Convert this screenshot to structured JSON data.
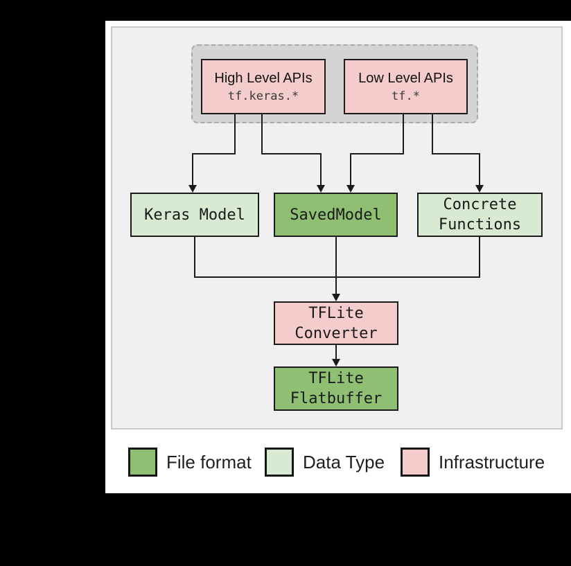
{
  "colors": {
    "page_bg": "#000000",
    "content_bg": "#ffffff",
    "panel_bg": "#f0f0f0",
    "panel_border": "#c9c9c9",
    "group_bg": "#d4d4d4",
    "group_border": "#a9a9a9",
    "file_format": "#8ebf72",
    "data_type": "#d9ead3",
    "infrastructure": "#f4cccc",
    "line": "#1a1a1a"
  },
  "diagram": {
    "nodes": {
      "high_level": {
        "title": "High Level APIs",
        "code": "tf.keras.*",
        "type": "infrastructure"
      },
      "low_level": {
        "title": "Low Level APIs",
        "code": "tf.*",
        "type": "infrastructure"
      },
      "keras_model": {
        "lines": [
          "Keras Model"
        ],
        "type": "data_type"
      },
      "saved_model": {
        "lines": [
          "SavedModel"
        ],
        "type": "file_format"
      },
      "concrete_functions": {
        "lines": [
          "Concrete",
          "Functions"
        ],
        "type": "data_type"
      },
      "tflite_converter": {
        "lines": [
          "TFLite",
          "Converter"
        ],
        "type": "infrastructure"
      },
      "tflite_flatbuffer": {
        "lines": [
          "TFLite",
          "Flatbuffer"
        ],
        "type": "file_format"
      }
    }
  },
  "legend": {
    "items": [
      {
        "label": "File format",
        "color": "#8ebf72"
      },
      {
        "label": "Data Type",
        "color": "#d9ead3"
      },
      {
        "label": "Infrastructure",
        "color": "#f4cccc"
      }
    ]
  }
}
